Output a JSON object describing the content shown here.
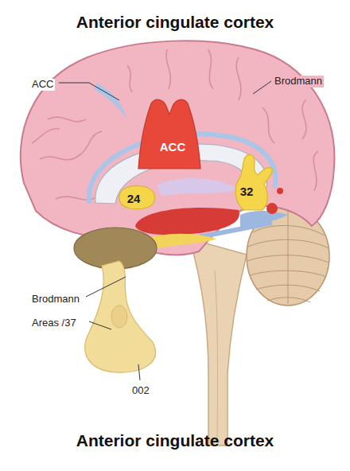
{
  "diagram": {
    "title": "Anterior cingulate cortex",
    "caption": "Anterior cingulate cortex",
    "nodes": [
      {
        "text": [
          "ACC"
        ]
      },
      {
        "text": [
          "24"
        ]
      },
      {
        "text": [
          "32"
        ]
      }
    ],
    "labels": [
      "ACC",
      "Brodmann",
      "Brodmann",
      "Areas /37",
      "002"
    ]
  }
}
